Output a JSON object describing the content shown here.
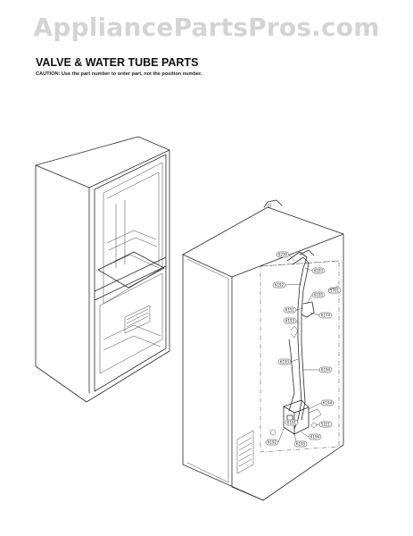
{
  "watermark": "AppliancePartsPros.com",
  "title": "VALVE & WATER TUBE PARTS",
  "caution": "CAUTION: Use the part number to order part, not the position number.",
  "callouts": [
    "6230",
    "6193",
    "5701",
    "6192",
    "6195",
    "6151",
    "6174",
    "6193",
    "6193",
    "6194",
    "6194",
    "5221",
    "6194",
    "6192",
    "6191",
    "6193"
  ],
  "colors": {
    "watermark": "#d4d4d4",
    "line": "#2a2a2a"
  }
}
